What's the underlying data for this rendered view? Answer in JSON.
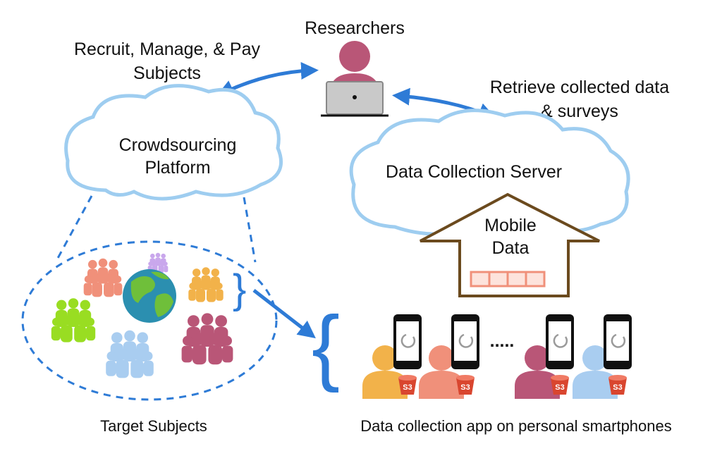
{
  "labels": {
    "researchers": "Researchers",
    "recruit_line1": "Recruit, Manage, & Pay",
    "recruit_line2": "Subjects",
    "retrieve_line1": "Retrieve collected data",
    "retrieve_line2": "& surveys",
    "crowd_line1": "Crowdsourcing",
    "crowd_line2": "Platform",
    "server": "Data Collection Server",
    "mobile_line1": "Mobile",
    "mobile_line2": "Data",
    "target": "Target Subjects",
    "app": "Data collection app on personal smartphones",
    "ellipsis": ".....",
    "s3": "S3"
  },
  "colors": {
    "arrow": "#2e7bd6",
    "cloud_stroke": "#9ecdf0",
    "house_stroke": "#6b4a1e",
    "researcher": "#b95677",
    "laptop": "#c9c9c9",
    "bucket": "#d9462f",
    "crowd_salmon": "#f0907a",
    "crowd_orange": "#f2b24a",
    "crowd_green": "#99dd22",
    "crowd_blue": "#a9cdf0",
    "crowd_maroon": "#b95677",
    "crowd_purple": "#c9a7ec",
    "globe_ocean": "#2b8fb0",
    "globe_land": "#6fbf3a"
  },
  "persons": [
    {
      "color": "#f2b24a"
    },
    {
      "color": "#f0907a"
    },
    {
      "color": "#b95677"
    },
    {
      "color": "#a9cdf0"
    }
  ]
}
